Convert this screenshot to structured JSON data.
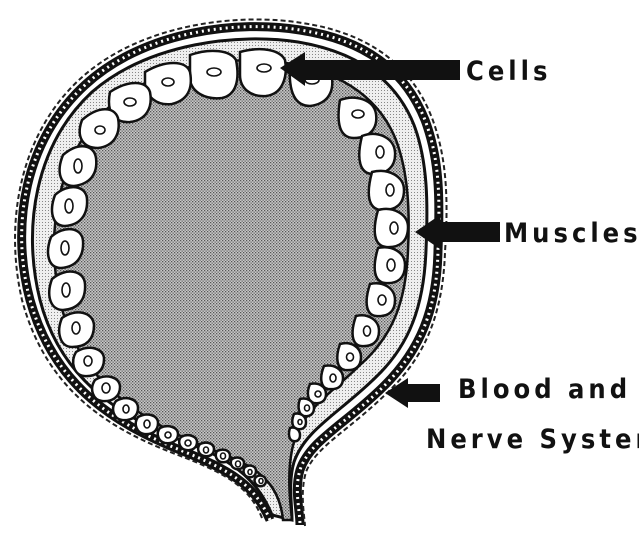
{
  "diagram": {
    "labels": {
      "cells": "Cells",
      "muscles": "Muscles",
      "blood_line1": "Blood and",
      "blood_line2": "Nerve System"
    },
    "colors": {
      "ink": "#111111",
      "lumen": "#a9a9a9",
      "muscle_band": "#dcdcdc",
      "cell_fill": "#ffffff"
    }
  }
}
